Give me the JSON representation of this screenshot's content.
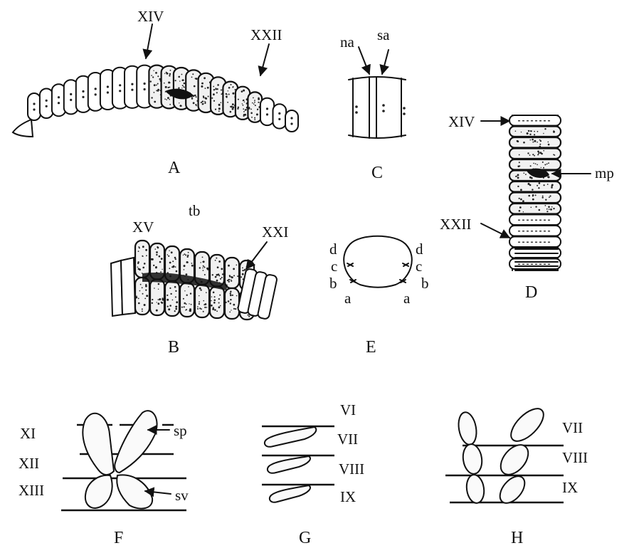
{
  "panels": {
    "A": {
      "letter": "A",
      "labels": [
        "XIV",
        "XXII"
      ]
    },
    "B": {
      "letter": "B",
      "labels": [
        "XV",
        "tb",
        "XXI"
      ]
    },
    "C": {
      "letter": "C",
      "labels": [
        "na",
        "sa"
      ]
    },
    "D": {
      "letter": "D",
      "labels": [
        "XIV",
        "mp",
        "XXII"
      ]
    },
    "E": {
      "letter": "E",
      "labels": [
        "d",
        "c",
        "b",
        "a",
        "d",
        "c",
        "b",
        "a"
      ]
    },
    "F": {
      "letter": "F",
      "labels": [
        "XI",
        "XII",
        "XIII",
        "sp",
        "sv"
      ]
    },
    "G": {
      "letter": "G",
      "labels": [
        "VI",
        "VII",
        "VIII",
        "IX"
      ]
    },
    "H": {
      "letter": "H",
      "labels": [
        "VII",
        "VIII",
        "IX"
      ]
    }
  }
}
